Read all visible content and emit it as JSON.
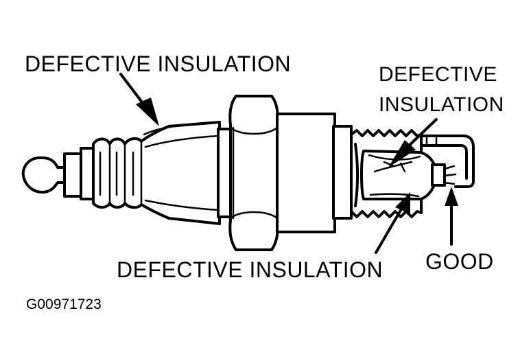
{
  "labels": {
    "top_left": "DEFECTIVE INSULATION",
    "top_right_line1": "DEFECTIVE",
    "top_right_line2": "INSULATION",
    "bottom": "DEFECTIVE INSULATION",
    "good": "GOOD"
  },
  "figure_id": "G00971723"
}
